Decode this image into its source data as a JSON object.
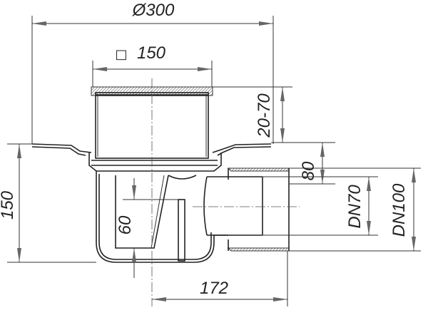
{
  "dimensions": {
    "diameter": "Ø300",
    "grate_square_symbol": "□",
    "grate_size": "150",
    "height_adjust": "20-70",
    "outlet_offset": "80",
    "outlet_small": "DN70",
    "outlet_large": "DN100",
    "total_height": "150",
    "water_seal": "60",
    "outlet_length": "172"
  }
}
